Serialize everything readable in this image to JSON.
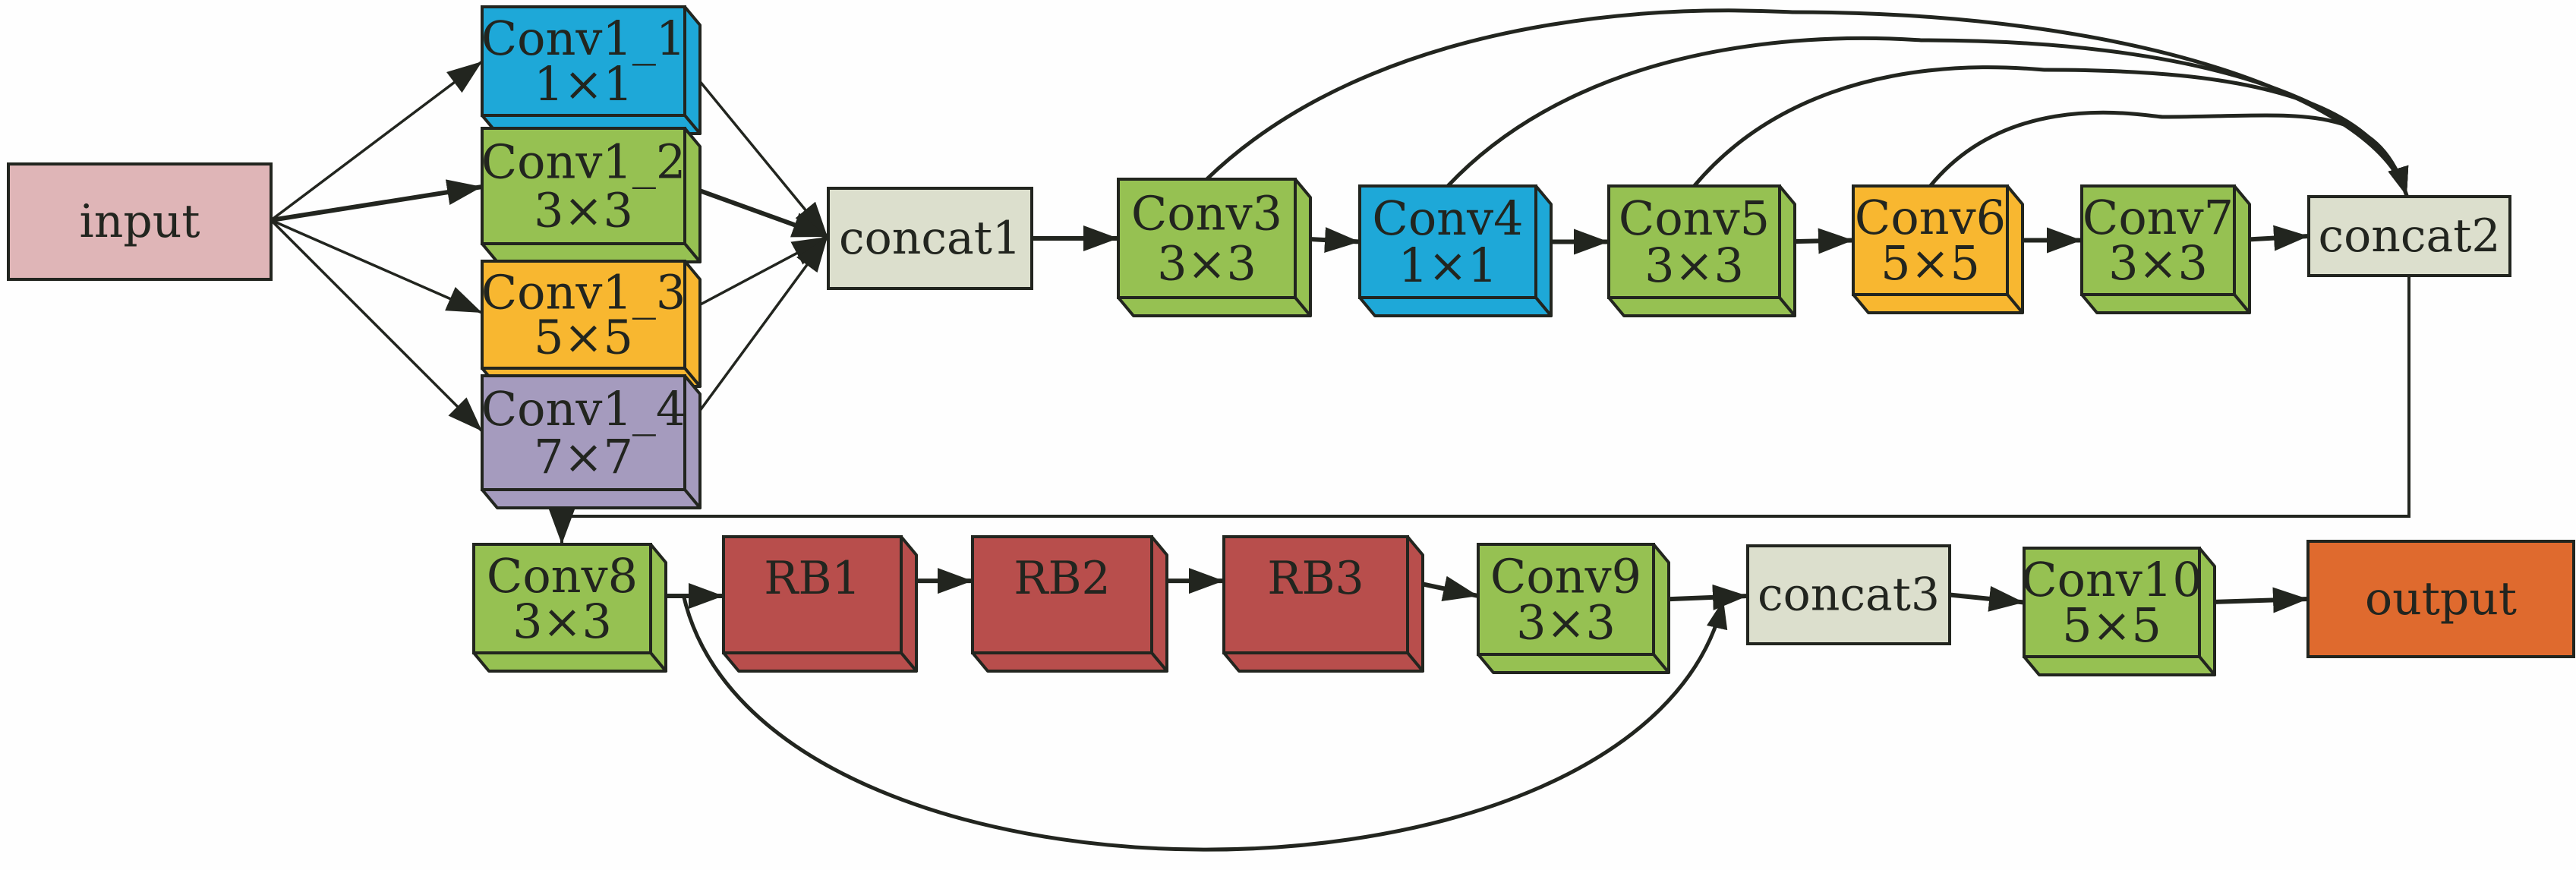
{
  "diagram": {
    "nodes": [
      {
        "id": "input",
        "kind": "flat",
        "lines": [
          "input"
        ],
        "color": "#DFB5B7"
      },
      {
        "id": "conv1_1",
        "kind": "block",
        "lines": [
          "Conv1_1",
          "1×1"
        ],
        "color": "#1EA8D8"
      },
      {
        "id": "conv1_2",
        "kind": "block",
        "lines": [
          "Conv1_2",
          "3×3"
        ],
        "color": "#96C152"
      },
      {
        "id": "conv1_3",
        "kind": "block",
        "lines": [
          "Conv1_3",
          "5×5"
        ],
        "color": "#F8B730"
      },
      {
        "id": "conv1_4",
        "kind": "block",
        "lines": [
          "Conv1_4",
          "7×7"
        ],
        "color": "#A59BBE"
      },
      {
        "id": "concat1",
        "kind": "flat",
        "lines": [
          "concat1"
        ],
        "color": "#DCDFCD"
      },
      {
        "id": "conv3",
        "kind": "block",
        "lines": [
          "Conv3",
          "3×3"
        ],
        "color": "#96C152"
      },
      {
        "id": "conv4",
        "kind": "block",
        "lines": [
          "Conv4",
          "1×1"
        ],
        "color": "#1EA8D8"
      },
      {
        "id": "conv5",
        "kind": "block",
        "lines": [
          "Conv5",
          "3×3"
        ],
        "color": "#96C152"
      },
      {
        "id": "conv6",
        "kind": "block",
        "lines": [
          "Conv6",
          "5×5"
        ],
        "color": "#F8B730"
      },
      {
        "id": "conv7",
        "kind": "block",
        "lines": [
          "Conv7",
          "3×3"
        ],
        "color": "#96C152"
      },
      {
        "id": "concat2",
        "kind": "flat",
        "lines": [
          "concat2"
        ],
        "color": "#DCDFCD"
      },
      {
        "id": "conv8",
        "kind": "block",
        "lines": [
          "Conv8",
          "3×3"
        ],
        "color": "#96C152"
      },
      {
        "id": "rb1",
        "kind": "block",
        "lines": [
          "RB1"
        ],
        "color": "#B84E4C"
      },
      {
        "id": "rb2",
        "kind": "block",
        "lines": [
          "RB2"
        ],
        "color": "#B84E4C"
      },
      {
        "id": "rb3",
        "kind": "block",
        "lines": [
          "RB3"
        ],
        "color": "#B84E4C"
      },
      {
        "id": "conv9",
        "kind": "block",
        "lines": [
          "Conv9",
          "3×3"
        ],
        "color": "#96C152"
      },
      {
        "id": "concat3",
        "kind": "flat",
        "lines": [
          "concat3"
        ],
        "color": "#DCDFCD"
      },
      {
        "id": "conv10",
        "kind": "block",
        "lines": [
          "Conv10",
          "5×5"
        ],
        "color": "#96C152"
      },
      {
        "id": "output",
        "kind": "flat",
        "lines": [
          "output"
        ],
        "color": "#DF6A2E"
      }
    ],
    "edges": [
      {
        "from": "input",
        "to": "conv1_1"
      },
      {
        "from": "input",
        "to": "conv1_2"
      },
      {
        "from": "input",
        "to": "conv1_3"
      },
      {
        "from": "input",
        "to": "conv1_4"
      },
      {
        "from": "conv1_1",
        "to": "concat1"
      },
      {
        "from": "conv1_2",
        "to": "concat1"
      },
      {
        "from": "conv1_3",
        "to": "concat1"
      },
      {
        "from": "conv1_4",
        "to": "concat1"
      },
      {
        "from": "concat1",
        "to": "conv3"
      },
      {
        "from": "conv3",
        "to": "conv4"
      },
      {
        "from": "conv4",
        "to": "conv5"
      },
      {
        "from": "conv5",
        "to": "conv6"
      },
      {
        "from": "conv6",
        "to": "conv7"
      },
      {
        "from": "conv7",
        "to": "concat2"
      },
      {
        "from": "conv3",
        "to": "concat2",
        "style": "skip"
      },
      {
        "from": "conv4",
        "to": "concat2",
        "style": "skip"
      },
      {
        "from": "conv5",
        "to": "concat2",
        "style": "skip"
      },
      {
        "from": "conv6",
        "to": "concat2",
        "style": "skip"
      },
      {
        "from": "concat2",
        "to": "conv8",
        "style": "elbow"
      },
      {
        "from": "conv8",
        "to": "rb1"
      },
      {
        "from": "rb1",
        "to": "rb2"
      },
      {
        "from": "rb2",
        "to": "rb3"
      },
      {
        "from": "rb3",
        "to": "conv9"
      },
      {
        "from": "conv9",
        "to": "concat3"
      },
      {
        "from": "conv8",
        "to": "concat3",
        "style": "skip"
      },
      {
        "from": "concat3",
        "to": "conv10"
      },
      {
        "from": "conv10",
        "to": "output"
      }
    ],
    "stroke_color": "#22251F"
  }
}
